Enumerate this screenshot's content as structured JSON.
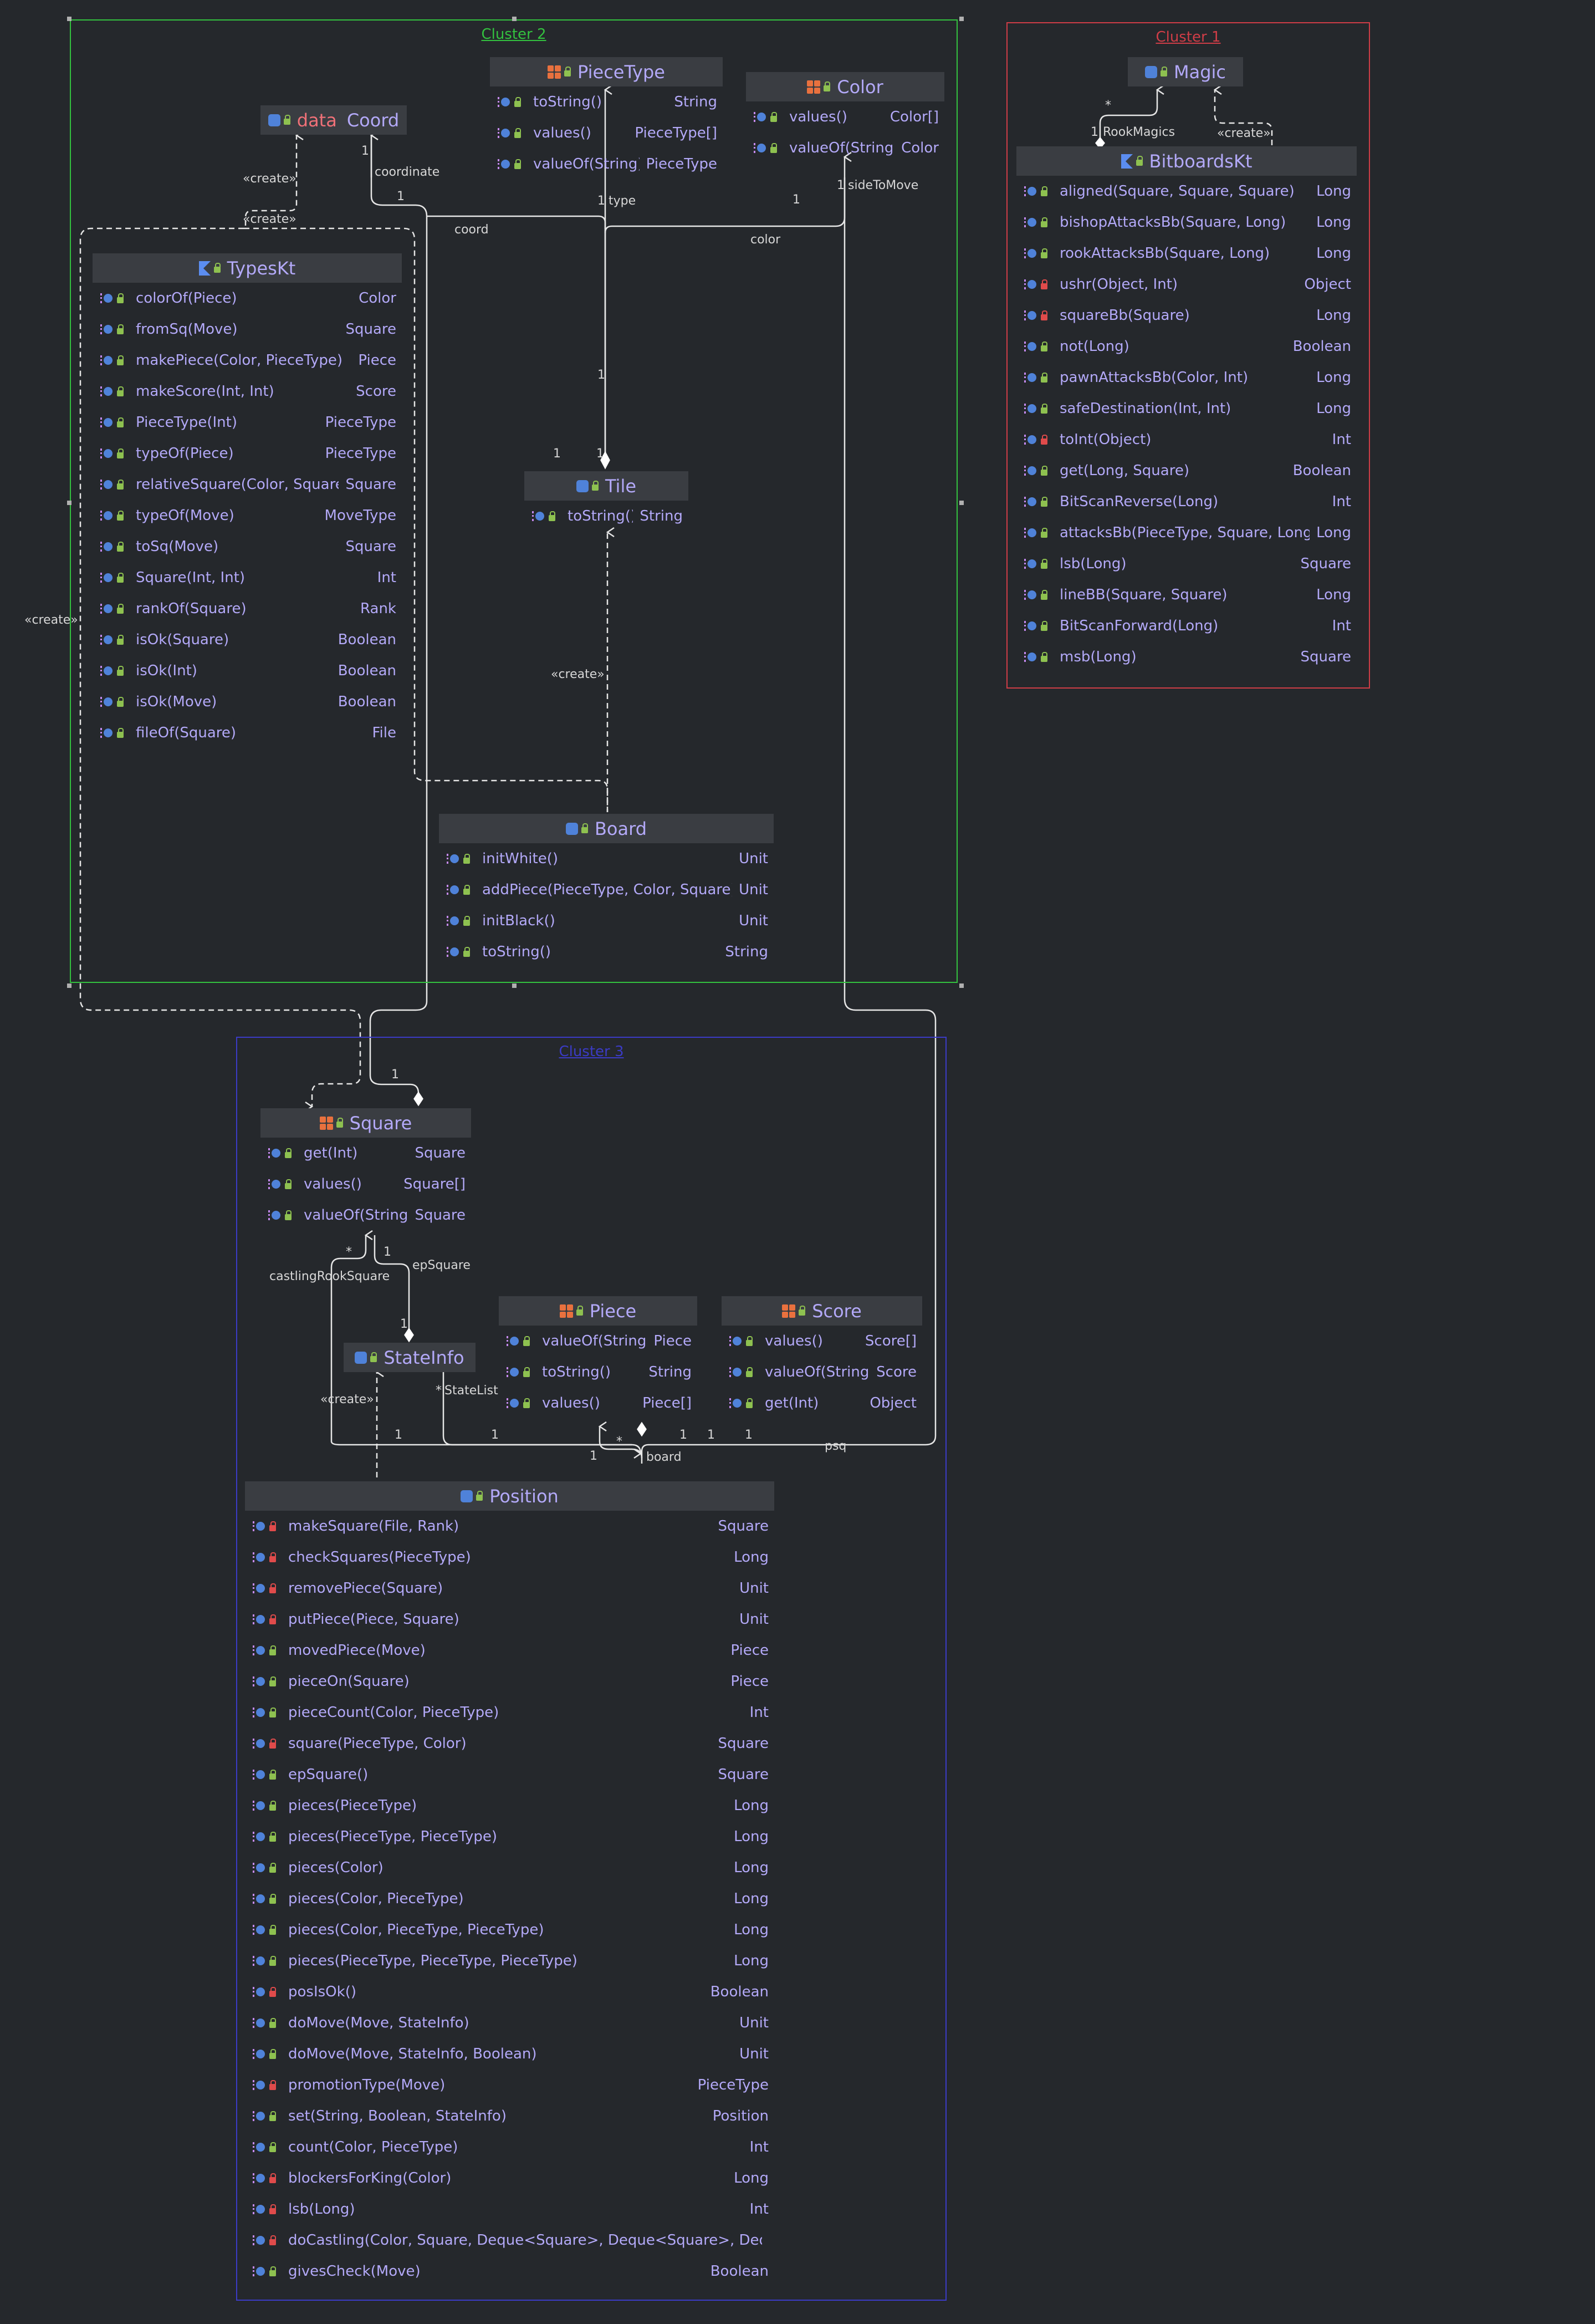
{
  "colors": {
    "background": "#25282c",
    "cluster1": "#cf3d47",
    "cluster2": "#33c13f",
    "cluster3": "#3b3bc5",
    "text": "#b3a9f8",
    "edge": "#e6e6e6"
  },
  "clusters": {
    "c1": "Cluster 1",
    "c2": "Cluster 2",
    "c3": "Cluster 3"
  },
  "nodes": {
    "coord": {
      "prefix": "data",
      "name": "Coord",
      "icon": "class-icon",
      "members": []
    },
    "piecetype": {
      "name": "PieceType",
      "icon": "enum-icon",
      "members": [
        {
          "n": "toString()",
          "t": "String"
        },
        {
          "n": "values()",
          "t": "PieceType[]"
        },
        {
          "n": "valueOf(String)",
          "t": "PieceType"
        }
      ]
    },
    "color": {
      "name": "Color",
      "icon": "enum-icon",
      "members": [
        {
          "n": "values()",
          "t": "Color[]"
        },
        {
          "n": "valueOf(String)",
          "t": "Color"
        }
      ]
    },
    "typeskt": {
      "name": "TypesKt",
      "icon": "kotlin-file-icon",
      "members": [
        {
          "n": "colorOf(Piece)",
          "t": "Color"
        },
        {
          "n": "fromSq(Move)",
          "t": "Square"
        },
        {
          "n": "makePiece(Color, PieceType)",
          "t": "Piece"
        },
        {
          "n": "makeScore(Int, Int)",
          "t": "Score"
        },
        {
          "n": "PieceType(Int)",
          "t": "PieceType"
        },
        {
          "n": "typeOf(Piece)",
          "t": "PieceType"
        },
        {
          "n": "relativeSquare(Color, Square)",
          "t": "Square"
        },
        {
          "n": "typeOf(Move)",
          "t": "MoveType"
        },
        {
          "n": "toSq(Move)",
          "t": "Square"
        },
        {
          "n": "Square(Int, Int)",
          "t": "Int"
        },
        {
          "n": "rankOf(Square)",
          "t": "Rank"
        },
        {
          "n": "isOk(Square)",
          "t": "Boolean"
        },
        {
          "n": "isOk(Int)",
          "t": "Boolean"
        },
        {
          "n": "isOk(Move)",
          "t": "Boolean"
        },
        {
          "n": "fileOf(Square)",
          "t": "File"
        }
      ]
    },
    "tile": {
      "name": "Tile",
      "icon": "class-icon",
      "members": [
        {
          "n": "toString()",
          "t": "String"
        }
      ]
    },
    "board": {
      "name": "Board",
      "icon": "class-icon",
      "members": [
        {
          "n": "initWhite()",
          "t": "Unit"
        },
        {
          "n": "addPiece(PieceType, Color, Square)",
          "t": "Unit"
        },
        {
          "n": "initBlack()",
          "t": "Unit"
        },
        {
          "n": "toString()",
          "t": "String"
        }
      ]
    },
    "magic": {
      "name": "Magic",
      "icon": "class-icon",
      "members": []
    },
    "bitboardskt": {
      "name": "BitboardsKt",
      "icon": "kotlin-file-icon",
      "members": [
        {
          "n": "aligned(Square, Square, Square)",
          "t": "Long",
          "p": 0
        },
        {
          "n": "bishopAttacksBb(Square, Long)",
          "t": "Long",
          "p": 0
        },
        {
          "n": "rookAttacksBb(Square, Long)",
          "t": "Long",
          "p": 0
        },
        {
          "n": "ushr(Object, Int)",
          "t": "Object",
          "p": 1
        },
        {
          "n": "squareBb(Square)",
          "t": "Long",
          "p": 1
        },
        {
          "n": "not(Long)",
          "t": "Boolean",
          "p": 0
        },
        {
          "n": "pawnAttacksBb(Color, Int)",
          "t": "Long",
          "p": 0
        },
        {
          "n": "safeDestination(Int, Int)",
          "t": "Long",
          "p": 0
        },
        {
          "n": "toInt(Object)",
          "t": "Int",
          "p": 1
        },
        {
          "n": "get(Long, Square)",
          "t": "Boolean",
          "p": 0
        },
        {
          "n": "BitScanReverse(Long)",
          "t": "Int",
          "p": 0
        },
        {
          "n": "attacksBb(PieceType, Square, Long)",
          "t": "Long",
          "p": 0
        },
        {
          "n": "lsb(Long)",
          "t": "Square",
          "p": 0
        },
        {
          "n": "lineBB(Square, Square)",
          "t": "Long",
          "p": 0
        },
        {
          "n": "BitScanForward(Long)",
          "t": "Int",
          "p": 0
        },
        {
          "n": "msb(Long)",
          "t": "Square",
          "p": 0
        }
      ]
    },
    "square": {
      "name": "Square",
      "icon": "enum-icon",
      "members": [
        {
          "n": "get(Int)",
          "t": "Square"
        },
        {
          "n": "values()",
          "t": "Square[]"
        },
        {
          "n": "valueOf(String)",
          "t": "Square"
        }
      ]
    },
    "stateinfo": {
      "name": "StateInfo",
      "icon": "class-icon",
      "members": []
    },
    "piece": {
      "name": "Piece",
      "icon": "enum-icon",
      "members": [
        {
          "n": "valueOf(String)",
          "t": "Piece"
        },
        {
          "n": "toString()",
          "t": "String"
        },
        {
          "n": "values()",
          "t": "Piece[]"
        }
      ]
    },
    "score": {
      "name": "Score",
      "icon": "enum-icon",
      "members": [
        {
          "n": "values()",
          "t": "Score[]"
        },
        {
          "n": "valueOf(String)",
          "t": "Score"
        },
        {
          "n": "get(Int)",
          "t": "Object"
        }
      ]
    },
    "position": {
      "name": "Position",
      "icon": "class-icon",
      "members": [
        {
          "n": "makeSquare(File, Rank)",
          "t": "Square",
          "p": 1
        },
        {
          "n": "checkSquares(PieceType)",
          "t": "Long",
          "p": 1
        },
        {
          "n": "removePiece(Square)",
          "t": "Unit",
          "p": 1
        },
        {
          "n": "putPiece(Piece, Square)",
          "t": "Unit",
          "p": 1
        },
        {
          "n": "movedPiece(Move)",
          "t": "Piece",
          "p": 0
        },
        {
          "n": "pieceOn(Square)",
          "t": "Piece",
          "p": 0
        },
        {
          "n": "pieceCount(Color, PieceType)",
          "t": "Int",
          "p": 0
        },
        {
          "n": "square(PieceType, Color)",
          "t": "Square",
          "p": 1
        },
        {
          "n": "epSquare()",
          "t": "Square",
          "p": 0
        },
        {
          "n": "pieces(PieceType)",
          "t": "Long",
          "p": 0
        },
        {
          "n": "pieces(PieceType, PieceType)",
          "t": "Long",
          "p": 0
        },
        {
          "n": "pieces(Color)",
          "t": "Long",
          "p": 0
        },
        {
          "n": "pieces(Color, PieceType)",
          "t": "Long",
          "p": 0
        },
        {
          "n": "pieces(Color, PieceType, PieceType)",
          "t": "Long",
          "p": 0
        },
        {
          "n": "pieces(PieceType, PieceType, PieceType)",
          "t": "Long",
          "p": 0
        },
        {
          "n": "posIsOk()",
          "t": "Boolean",
          "p": 1
        },
        {
          "n": "doMove(Move, StateInfo)",
          "t": "Unit",
          "p": 0
        },
        {
          "n": "doMove(Move, StateInfo, Boolean)",
          "t": "Unit",
          "p": 0
        },
        {
          "n": "promotionType(Move)",
          "t": "PieceType",
          "p": 1
        },
        {
          "n": "set(String, Boolean, StateInfo)",
          "t": "Position",
          "p": 0
        },
        {
          "n": "count(Color, PieceType)",
          "t": "Int",
          "p": 0
        },
        {
          "n": "blockersForKing(Color)",
          "t": "Long",
          "p": 1
        },
        {
          "n": "lsb(Long)",
          "t": "Int",
          "p": 1
        },
        {
          "n": "doCastling(Color, Square, Deque<Square>, Deque<Square>, Deque<Square>)",
          "t": "",
          "p": 1
        },
        {
          "n": "givesCheck(Move)",
          "t": "Boolean",
          "p": 0
        }
      ]
    }
  },
  "edge_labels": {
    "create": "«create»",
    "coordinate": "coordinate",
    "coord": "coord",
    "type": "type",
    "color": "color",
    "sideToMove": "sideToMove",
    "rookMagics": "RookMagics",
    "castlingRookSquare": "castlingRookSquare",
    "epSquare": "epSquare",
    "stateList": "StateList",
    "board": "board",
    "psq": "psq",
    "one": "1",
    "star": "*"
  }
}
